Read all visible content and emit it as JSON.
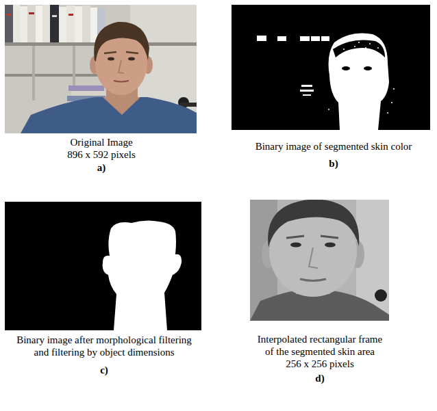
{
  "diagram": {
    "labels": [
      "Original Image",
      "896 x 592 pixels",
      "a)",
      "Binary image of segmented skin color",
      "b)",
      "Binary image after morphological filtering",
      "and filtering by object dimensions",
      "c)",
      "Interpolated rectangular frame",
      "of the segmented skin area",
      "256 x 256 pixels",
      "d)"
    ]
  }
}
